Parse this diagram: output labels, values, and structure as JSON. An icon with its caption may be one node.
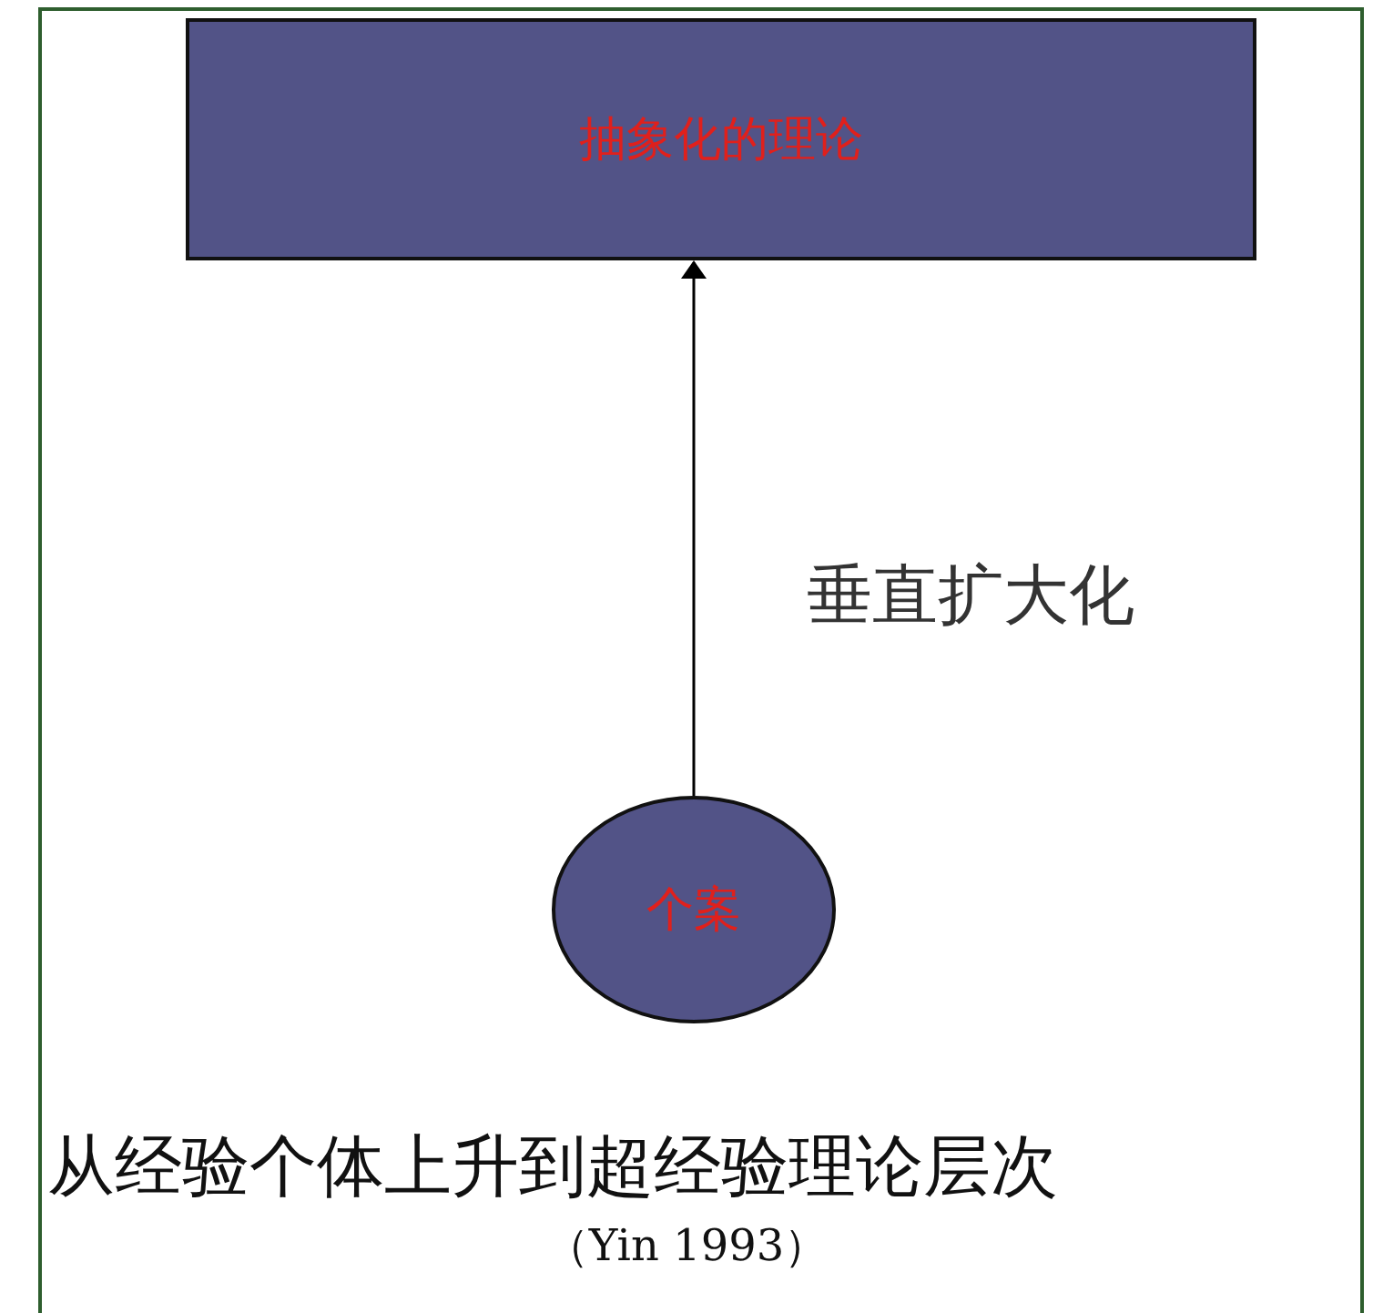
{
  "diagram": {
    "nodes": [
      {
        "text": [
          "抽象化的理论"
        ]
      },
      {
        "text": [
          "个案"
        ]
      }
    ],
    "edges": [
      {
        "from": 1,
        "to": 0,
        "arrow": "to",
        "label": "垂直扩大化"
      }
    ],
    "caption": "从经验个体上升到超经验理论层次",
    "labels": [
      "（Yin 1993）"
    ]
  }
}
